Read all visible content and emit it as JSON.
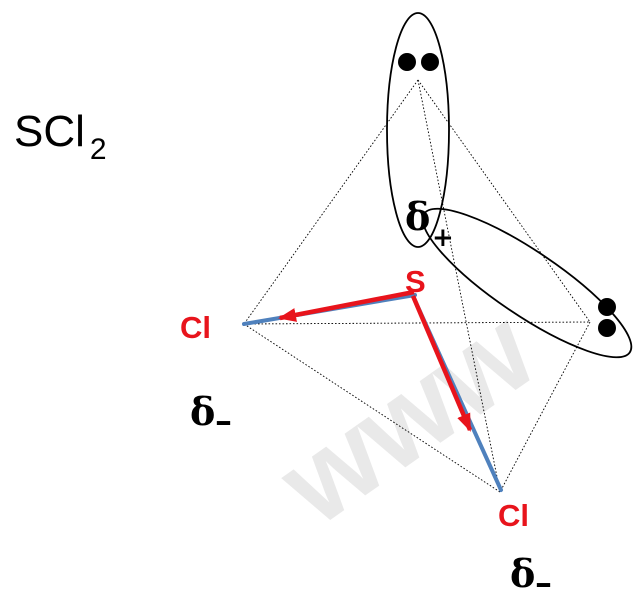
{
  "formula": {
    "main": "SCl",
    "subscript": "2"
  },
  "atoms": {
    "central": "S",
    "ligand_left": "Cl",
    "ligand_bottom": "Cl"
  },
  "charges": {
    "positive_symbol": "δ",
    "positive_sign": "+",
    "negative_left_symbol": "δ",
    "negative_left_sign": "–",
    "negative_bottom_symbol": "δ",
    "negative_bottom_sign": "–"
  },
  "watermark": "www",
  "colors": {
    "atom_label": "#e8141c",
    "dipole_arrow": "#e8141c",
    "bond": "#4f81bd",
    "tetrahedron_edge": "#000000",
    "lone_pair": "#000000"
  }
}
